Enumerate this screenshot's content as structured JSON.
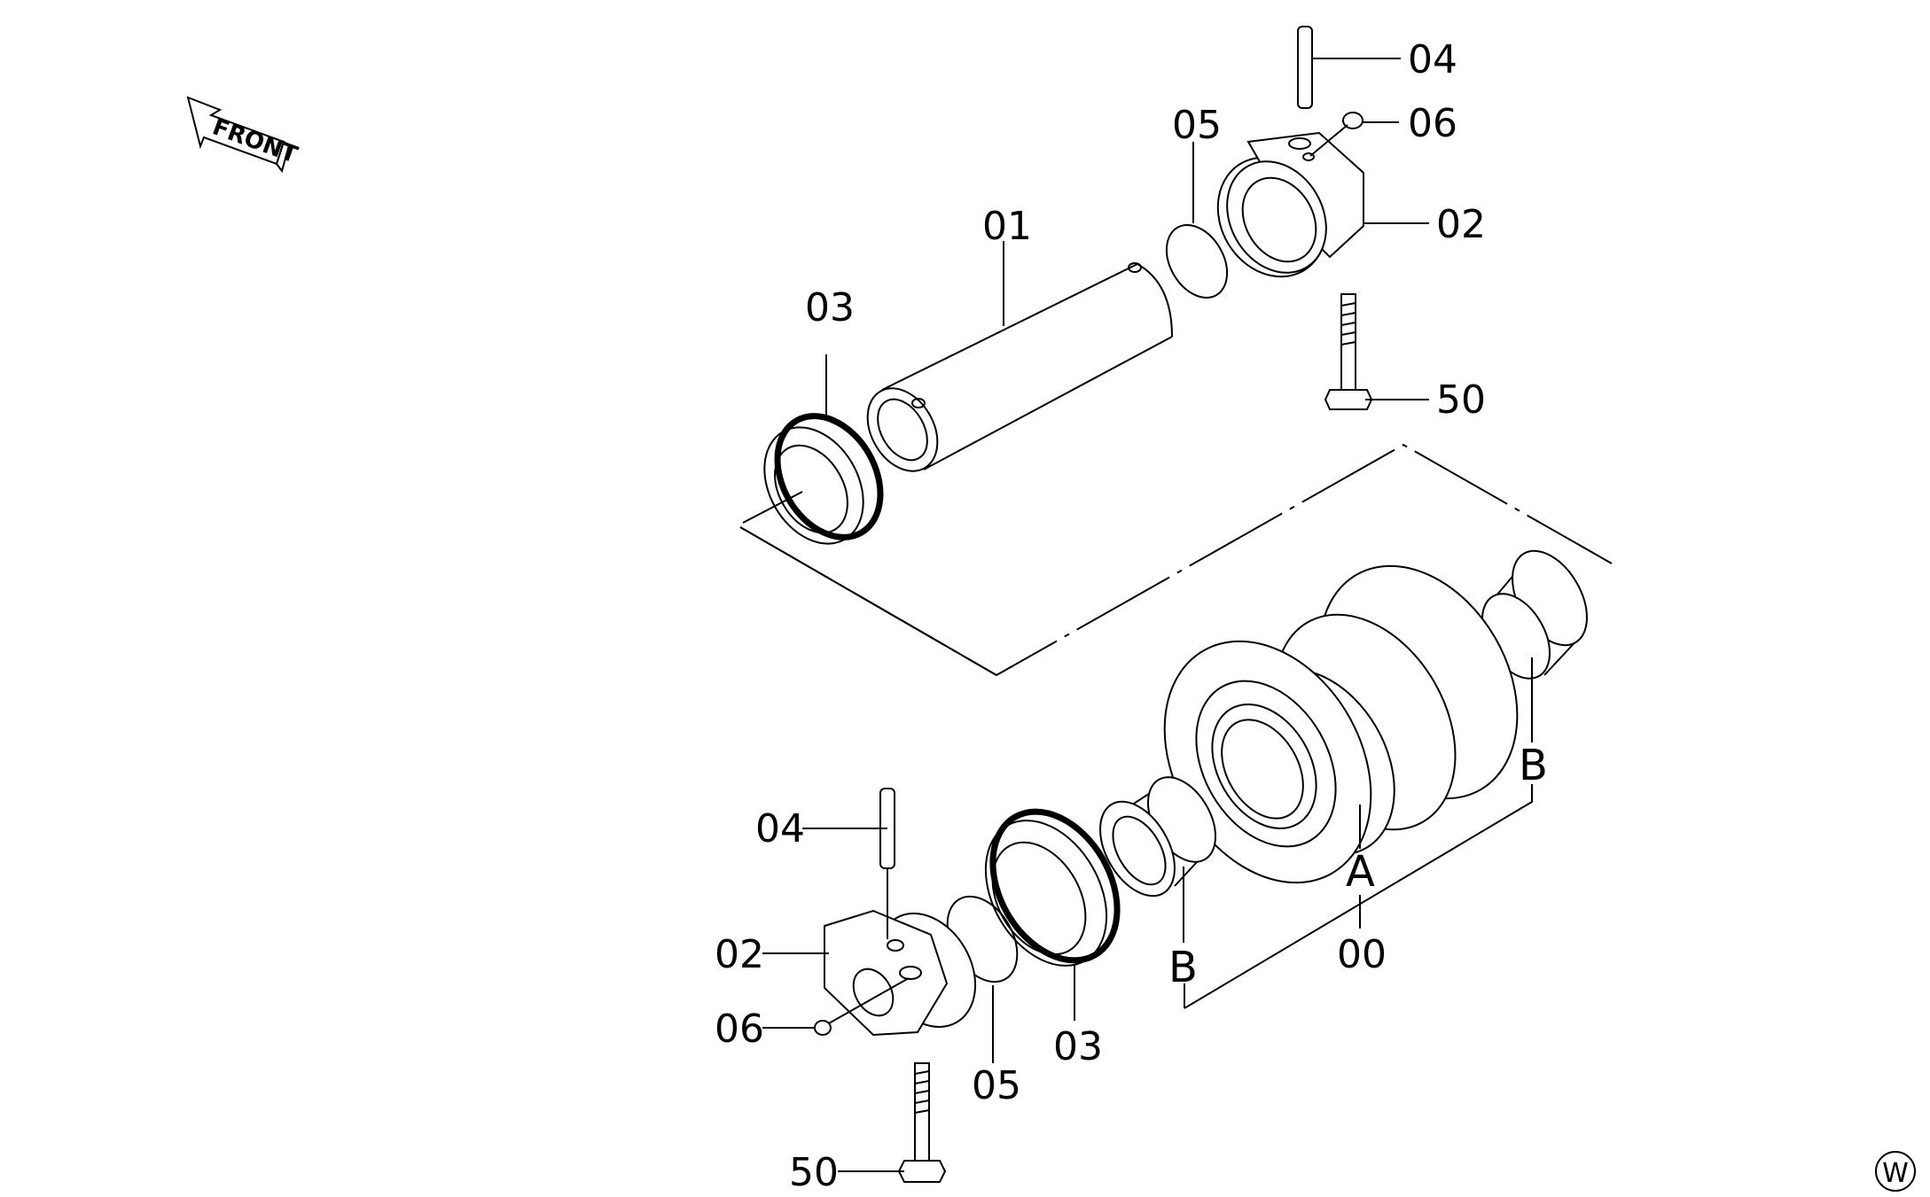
{
  "front_label": "FRONT",
  "corner_mark": "W",
  "labels": {
    "top_pin": "04",
    "top_o_ring": "05",
    "top_set_screw": "06",
    "top_shaft": "01",
    "top_seal": "03",
    "top_collar": "02",
    "top_bolt": "50",
    "roller_assembly": "00",
    "roller_body": "A",
    "bushing_right": "B",
    "bushing_left": "B",
    "bottom_pin": "04",
    "bottom_collar": "02",
    "bottom_set_screw": "06",
    "bottom_o_ring": "05",
    "bottom_seal": "03",
    "bottom_bolt": "50"
  }
}
